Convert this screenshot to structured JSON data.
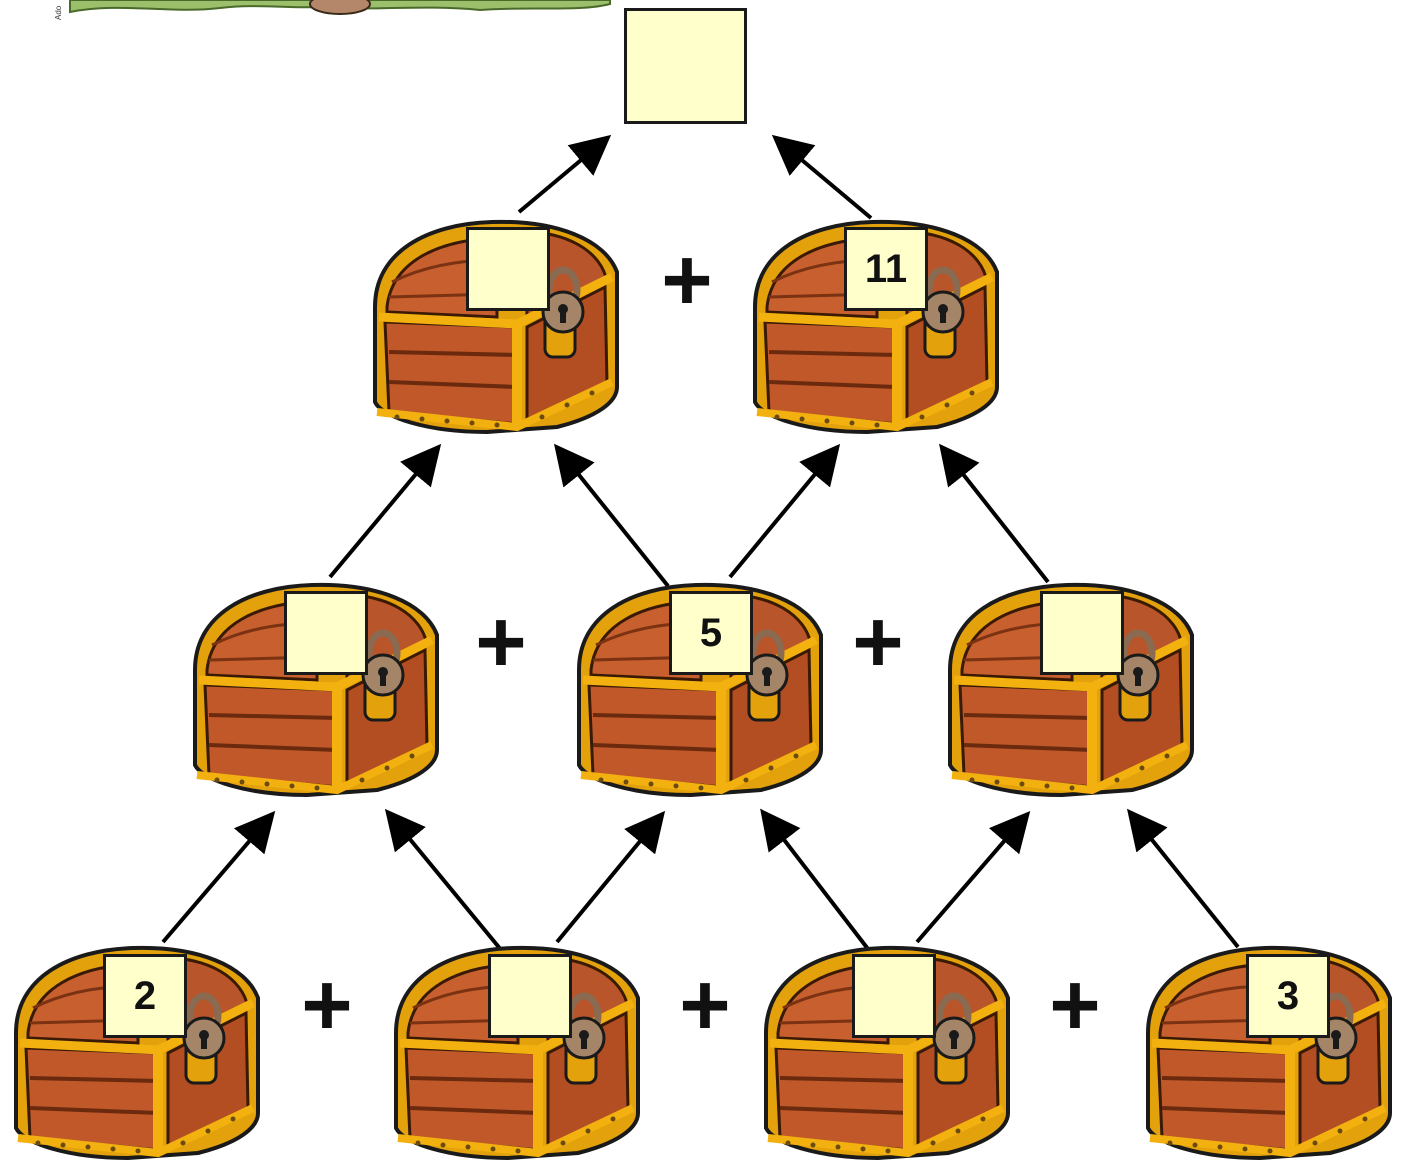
{
  "pyramid": {
    "top": {
      "value": ""
    },
    "row2": [
      {
        "value": ""
      },
      {
        "value": "11"
      }
    ],
    "row3": [
      {
        "value": ""
      },
      {
        "value": "5"
      },
      {
        "value": ""
      }
    ],
    "row4": [
      {
        "value": "2"
      },
      {
        "value": ""
      },
      {
        "value": ""
      },
      {
        "value": "3"
      }
    ],
    "operator": "+"
  },
  "colors": {
    "answer_box": "#ffffcc",
    "chest_wood": "#c0582a",
    "chest_trim": "#f2b10f",
    "lock": "#a48568",
    "arrow": "#000000"
  },
  "decorations": {
    "corner_credit": "Ado"
  }
}
